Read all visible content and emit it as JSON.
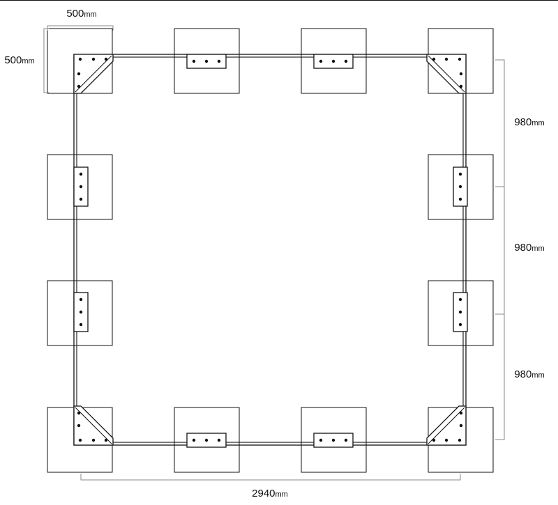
{
  "dimensions": {
    "pad_width": {
      "value": "500",
      "unit": "mm"
    },
    "pad_height": {
      "value": "500",
      "unit": "mm"
    },
    "side_1": {
      "value": "980",
      "unit": "mm"
    },
    "side_2": {
      "value": "980",
      "unit": "mm"
    },
    "side_3": {
      "value": "980",
      "unit": "mm"
    },
    "total_width": {
      "value": "2940",
      "unit": "mm"
    }
  },
  "colors": {
    "line": "#111111",
    "dim_line": "#8a8a8a",
    "pad_fill": "#ffffff",
    "bolt": "#111111"
  }
}
